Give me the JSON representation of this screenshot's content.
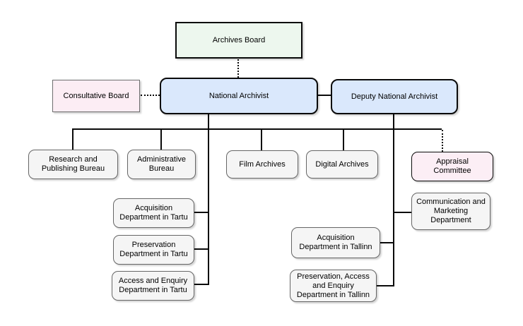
{
  "diagram": {
    "type": "org-chart",
    "organization": "National Archives",
    "colors": {
      "board_fill": "#edf7ee",
      "archivist_fill": "#dae8fc",
      "committee_fill": "#fceef5",
      "consultative_fill": "#fcedf4",
      "department_fill": "#f5f5f5",
      "department_border": "#666666",
      "primary_border": "#0a0a0a",
      "connector": "#0a0a0a",
      "background": "#ffffff"
    },
    "nodes": {
      "archives_board": {
        "label": "Archives Board",
        "shape": "rectangle",
        "fill": "#edf7ee"
      },
      "consultative_board": {
        "label": "Consultative Board",
        "shape": "rectangle",
        "fill": "#fcedf4"
      },
      "national_archivist": {
        "label": "National Archivist",
        "shape": "rounded",
        "fill": "#dae8fc"
      },
      "deputy_national_archivist": {
        "label": "Deputy National Archivist",
        "shape": "rounded",
        "fill": "#dae8fc"
      },
      "research_publishing_bureau": {
        "label": "Research and\nPublishing Bureau",
        "shape": "rounded",
        "fill": "#f5f5f5"
      },
      "administrative_bureau": {
        "label": "Administrative\nBureau",
        "shape": "rounded",
        "fill": "#f5f5f5"
      },
      "film_archives": {
        "label": "Film Archives",
        "shape": "rounded",
        "fill": "#f5f5f5"
      },
      "digital_archives": {
        "label": "Digital Archives",
        "shape": "rounded",
        "fill": "#f5f5f5"
      },
      "appraisal_committee": {
        "label": "Appraisal\nCommittee",
        "shape": "rounded",
        "fill": "#fceef5"
      },
      "acquisition_tartu": {
        "label": "Acquisition\nDepartment in Tartu",
        "shape": "rounded",
        "fill": "#f5f5f5"
      },
      "preservation_tartu": {
        "label": "Preservation\nDepartment in Tartu",
        "shape": "rounded",
        "fill": "#f5f5f5"
      },
      "access_enquiry_tartu": {
        "label": "Access and Enquiry\nDepartment in Tartu",
        "shape": "rounded",
        "fill": "#f5f5f5"
      },
      "communication_marketing": {
        "label": "Communication and\nMarketing\nDepartment",
        "shape": "rounded",
        "fill": "#f5f5f5"
      },
      "acquisition_tallinn": {
        "label": "Acquisition\nDepartment in Tallinn",
        "shape": "rounded",
        "fill": "#f5f5f5"
      },
      "preservation_access_enquiry_tallinn": {
        "label": "Preservation, Access\nand Enquiry\nDepartment in Tallinn",
        "shape": "rounded",
        "fill": "#f5f5f5"
      }
    },
    "edges": [
      {
        "from": "archives_board",
        "to": "national_archivist",
        "style": "dotted"
      },
      {
        "from": "consultative_board",
        "to": "national_archivist",
        "style": "dotted"
      },
      {
        "from": "national_archivist",
        "to": "deputy_national_archivist",
        "style": "solid"
      },
      {
        "from": "national_archivist",
        "to": "research_publishing_bureau",
        "style": "solid"
      },
      {
        "from": "national_archivist",
        "to": "administrative_bureau",
        "style": "solid"
      },
      {
        "from": "national_archivist",
        "to": "film_archives",
        "style": "solid"
      },
      {
        "from": "national_archivist",
        "to": "digital_archives",
        "style": "solid"
      },
      {
        "from": "national_archivist",
        "to": "appraisal_committee",
        "style": "dotted"
      },
      {
        "from": "national_archivist",
        "to": "acquisition_tartu",
        "style": "solid"
      },
      {
        "from": "national_archivist",
        "to": "preservation_tartu",
        "style": "solid"
      },
      {
        "from": "national_archivist",
        "to": "access_enquiry_tartu",
        "style": "solid"
      },
      {
        "from": "deputy_national_archivist",
        "to": "communication_marketing",
        "style": "solid"
      },
      {
        "from": "deputy_national_archivist",
        "to": "acquisition_tallinn",
        "style": "solid"
      },
      {
        "from": "deputy_national_archivist",
        "to": "preservation_access_enquiry_tallinn",
        "style": "solid"
      }
    ]
  }
}
